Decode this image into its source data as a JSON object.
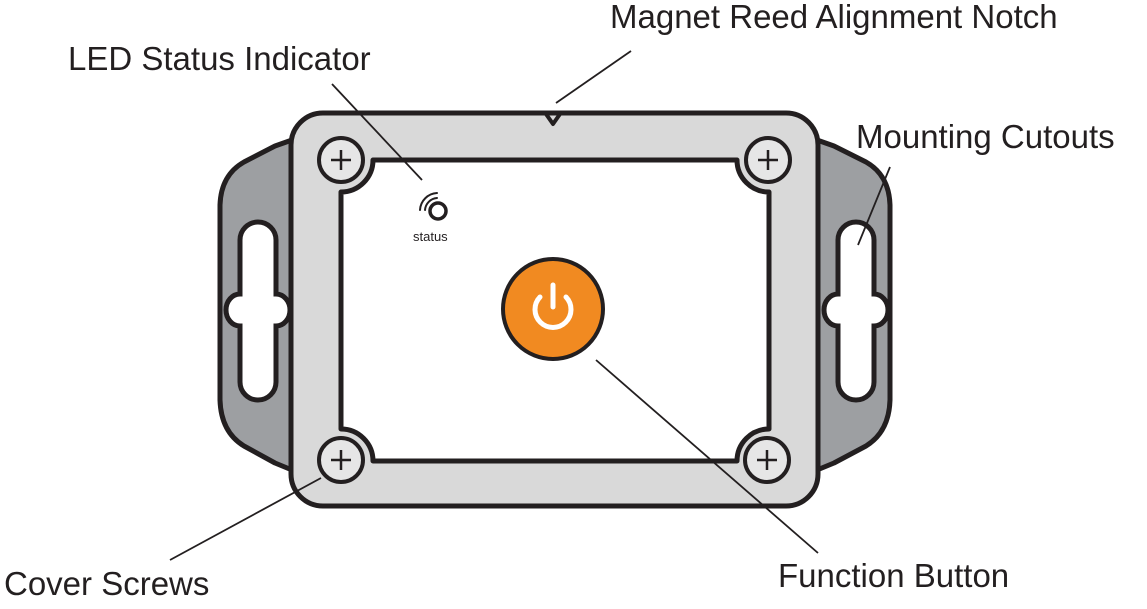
{
  "labels": {
    "led_status_indicator": "LED Status Indicator",
    "magnet_reed_alignment_notch": "Magnet Reed Alignment Notch",
    "mounting_cutouts": "Mounting Cutouts",
    "cover_screws": "Cover Screws",
    "function_button": "Function Button"
  },
  "device": {
    "status_text": "status"
  },
  "colors": {
    "outline": "#231f20",
    "frame_fill": "#d9d9d9",
    "tab_fill": "#9d9fa2",
    "screw_fill": "#e6e6e6",
    "button_fill": "#f18a21",
    "button_icon": "#ffffff"
  },
  "icons": {
    "function_button": "power-icon",
    "led": "wireless-signal-icon",
    "screw": "plus-icon"
  }
}
